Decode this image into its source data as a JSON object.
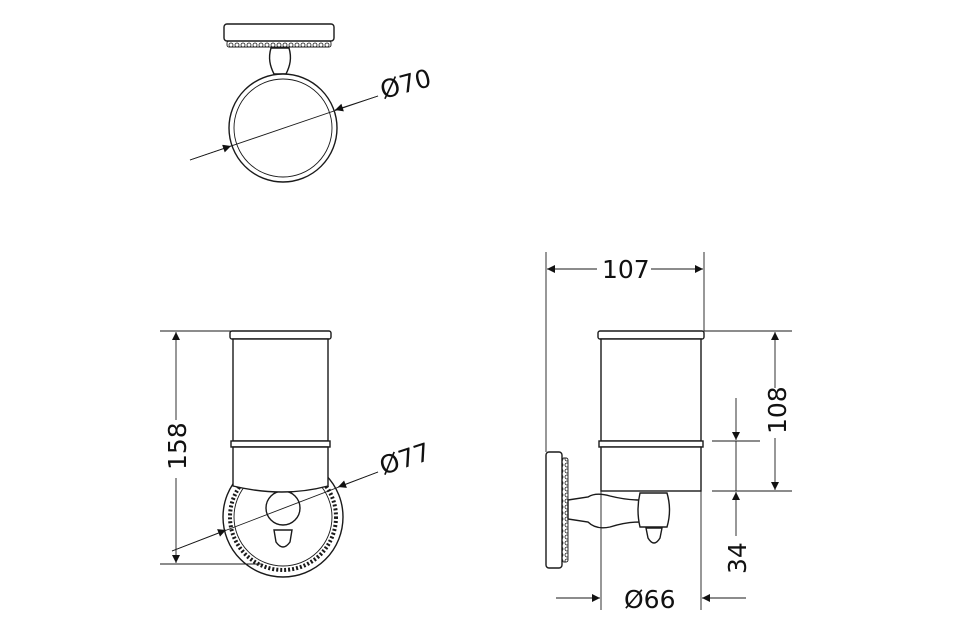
{
  "dimensions": {
    "top_ring_diameter": "Ø70",
    "front_body_diameter": "Ø77",
    "front_height": "158",
    "side_depth": "107",
    "side_cup_height": "108",
    "side_offset": "34",
    "side_cup_diameter": "Ø66"
  }
}
